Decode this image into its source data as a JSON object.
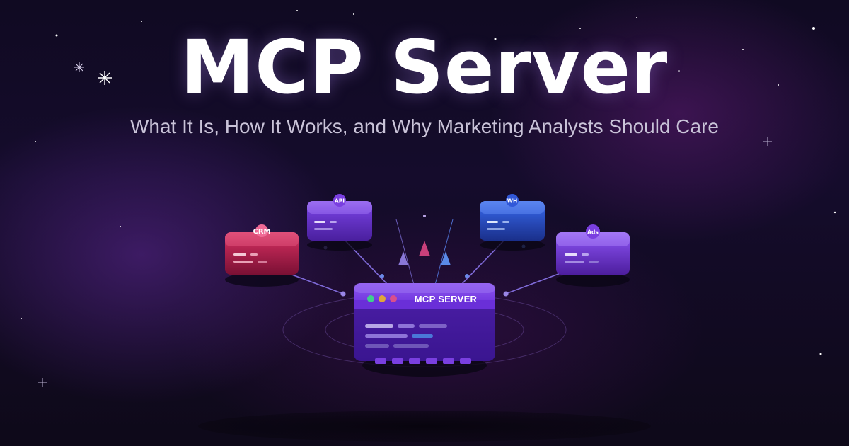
{
  "hero": {
    "title": "MCP Server",
    "subtitle": "What It Is, How It Works, and Why Marketing Analysts Should Care"
  },
  "illustration": {
    "server_label": "MCP SERVER",
    "nodes": [
      {
        "badge": "CRM",
        "color": "#c8325a",
        "icon": "crm-icon"
      },
      {
        "badge": "API",
        "color": "#7b45d9",
        "icon": "api-icon"
      },
      {
        "badge": "WH",
        "color": "#3158d8",
        "icon": "warehouse-icon"
      },
      {
        "badge": "Ads",
        "color": "#7a3fd6",
        "icon": "ads-icon"
      }
    ],
    "server_dots": [
      "#3ecf8e",
      "#e0a53a",
      "#d94f8c"
    ],
    "accent": "#7a3fe0"
  }
}
